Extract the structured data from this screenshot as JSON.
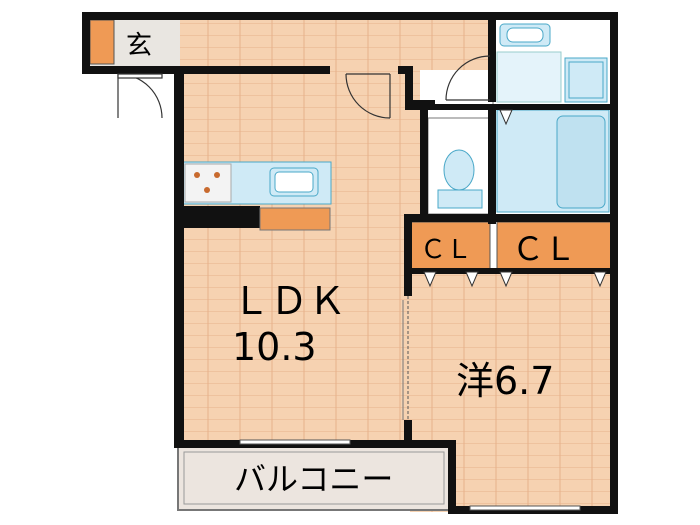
{
  "labels": {
    "entrance": "玄",
    "ldk": "ＬＤＫ",
    "ldk_size": "10.3",
    "western": "洋6.7",
    "cl_small": "ＣＬ",
    "cl_large": "ＣＬ",
    "balcony": "バルコニー"
  },
  "colors": {
    "floor": "#f6d2b1",
    "floor_line": "#e7b18b",
    "wall": "#111111",
    "orange": "#ef9a55",
    "fixture": "#cfeaf6",
    "fixture_line": "#4aa8c8",
    "balcony": "#ece5df",
    "entrance_bg": "#e9e6e1"
  }
}
